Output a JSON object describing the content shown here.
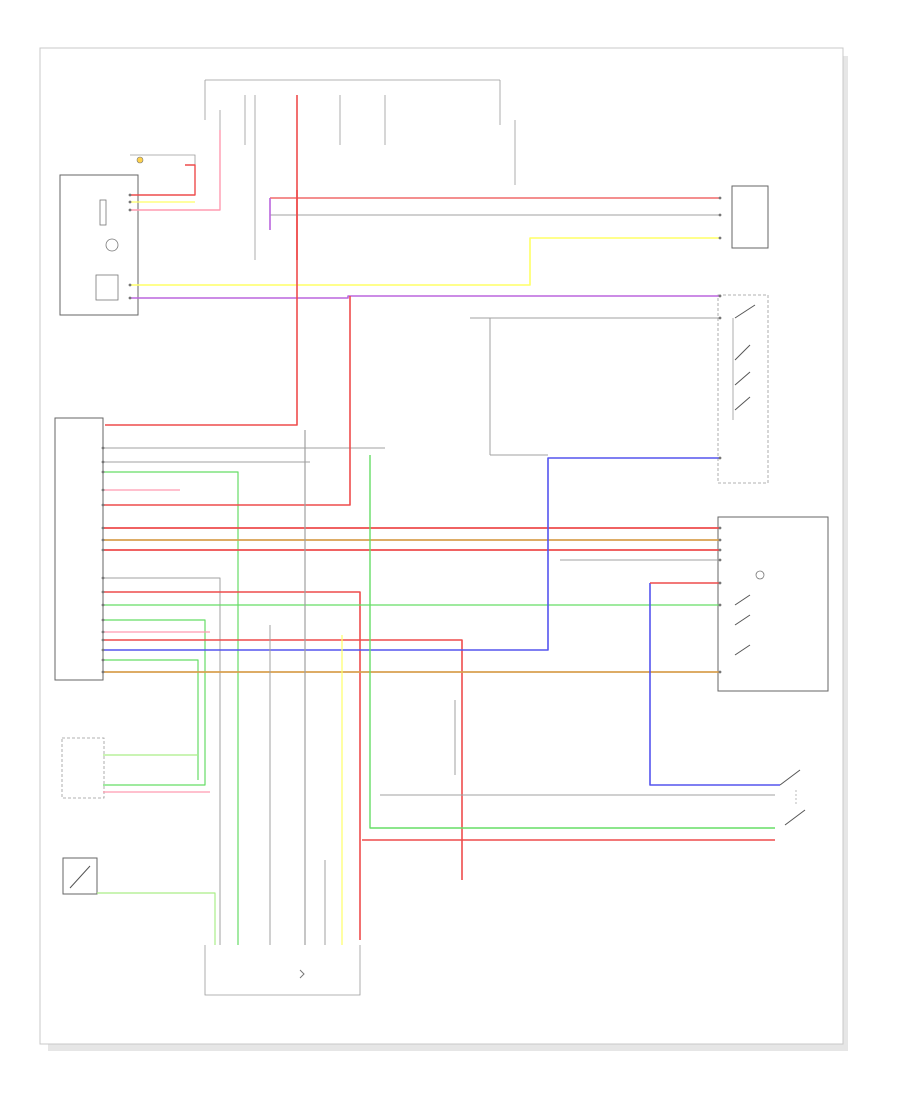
{
  "footer_code": "",
  "page_marker": "",
  "wire_colors": {
    "red": "#ee4c4c",
    "pink": "#ff9bb0",
    "yellow": "#ffff66",
    "green": "#66dd66",
    "light_green": "#aaee88",
    "blue": "#5555ee",
    "purple": "#bb66dd",
    "orange": "#d8a050",
    "gray": "#a0a0a0",
    "black": "#444444"
  },
  "components": [
    {
      "id": "combination-meter",
      "label": ""
    },
    {
      "id": "cruise-control-ecu",
      "label": ""
    },
    {
      "id": "brake-light-switch-upper",
      "label": ""
    },
    {
      "id": "combination-switch",
      "label": ""
    },
    {
      "id": "cruise-control-actuator",
      "label": ""
    },
    {
      "id": "stop-light-switch",
      "label": ""
    },
    {
      "id": "cruise-control-ground-connector",
      "label": ""
    },
    {
      "id": "vehicle-speed-sensor",
      "label": ""
    },
    {
      "id": "ground-junction",
      "label": ""
    },
    {
      "id": "fuse-block",
      "label": ""
    }
  ]
}
